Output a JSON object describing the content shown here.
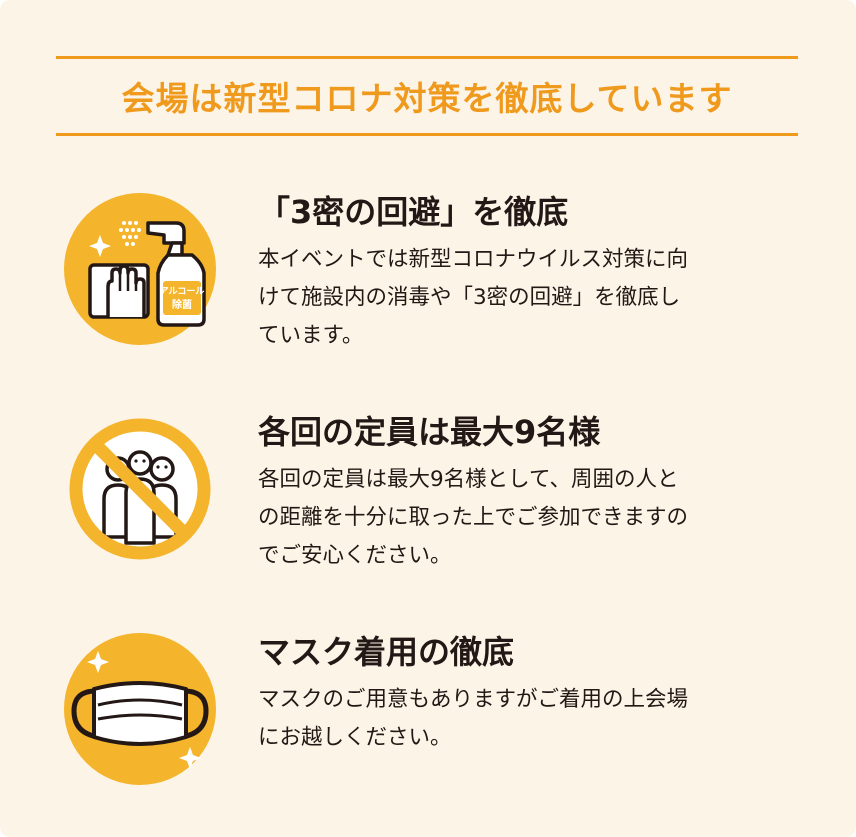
{
  "headline": "会場は新型コロナ対策を徹底しています",
  "colors": {
    "accent": "#ef9a1d",
    "circle": "#f4b42b",
    "background": "#fdf4e8",
    "text": "#231815"
  },
  "items": [
    {
      "icon": "spray-and-glove-icon",
      "icon_label": [
        "アルコール",
        "除菌"
      ],
      "title": "「3密の回避」を徹底",
      "lines": [
        "本イベントでは新型コロナウイルス対策に向",
        "けて施設内の消毒や「3密の回避」を徹底し",
        "ています。"
      ]
    },
    {
      "icon": "no-crowd-icon",
      "title": "各回の定員は最大9名様",
      "lines": [
        "各回の定員は最大9名様として、周囲の人と",
        "の距離を十分に取った上でご参加できますの",
        "でご安心ください。"
      ]
    },
    {
      "icon": "face-mask-icon",
      "title": "マスク着用の徹底",
      "lines": [
        "マスクのご用意もありますがご着用の上会場",
        "にお越しください。"
      ]
    }
  ]
}
